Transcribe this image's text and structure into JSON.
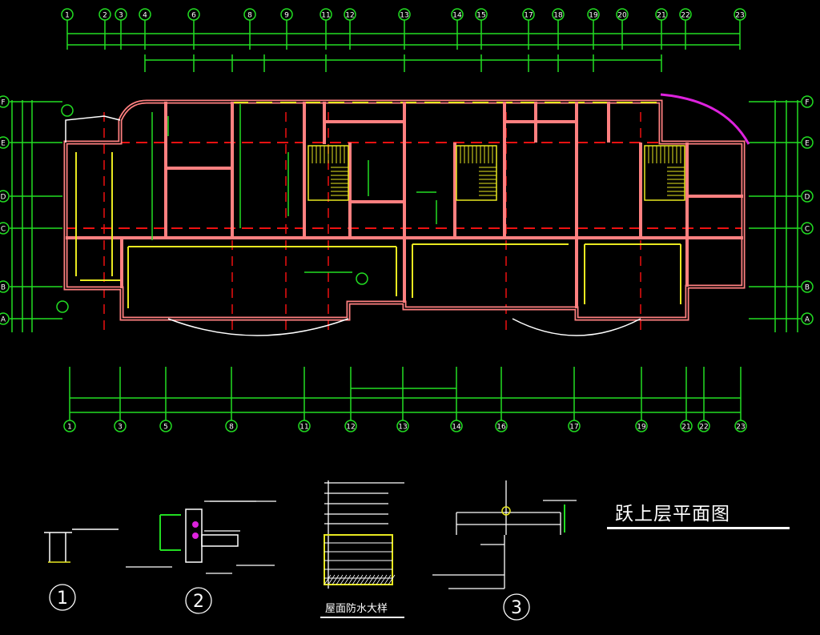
{
  "drawing": {
    "title": "跃上层平面图",
    "roof_detail_label": "屋面防水大样",
    "detail_markers": [
      "1",
      "2",
      "3"
    ]
  },
  "grid": {
    "top_labels": [
      "1",
      "2",
      "3",
      "4",
      "6",
      "8",
      "9",
      "11",
      "12",
      "13",
      "14",
      "15",
      "17",
      "18",
      "19",
      "20",
      "21",
      "22",
      "23"
    ],
    "bottom_labels": [
      "1",
      "3",
      "5",
      "8",
      "11",
      "12",
      "13",
      "14",
      "16",
      "17",
      "19",
      "21",
      "22",
      "23"
    ],
    "side_labels": [
      "F",
      "E",
      "D",
      "C",
      "B",
      "A"
    ]
  },
  "colors": {
    "background": "#000000",
    "grid_dimension": "#22dd22",
    "wall": "#ff8080",
    "axis_dashed": "#ee1111",
    "stair_window": "#e8e820",
    "accent_magenta": "#dd22dd",
    "text": "#ffffff"
  }
}
